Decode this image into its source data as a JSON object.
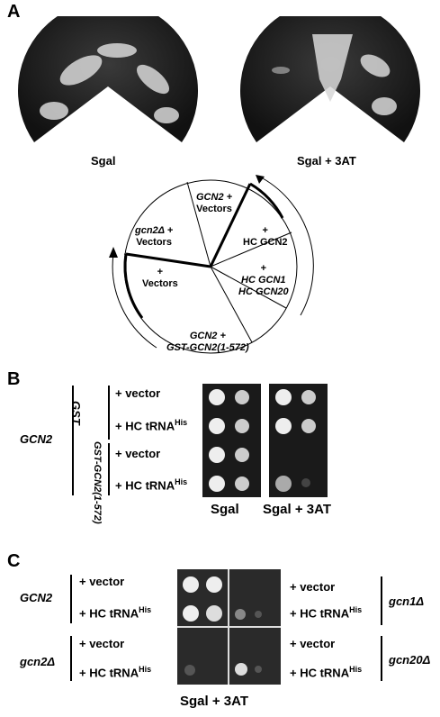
{
  "panelA": {
    "letter": "A",
    "plate1_label": "Sgal",
    "plate2_label": "Sgal + 3AT",
    "wedges": {
      "gcn2_vectors_a": "gcn2Δ +",
      "gcn2_vectors_b": "Vectors",
      "gcn2wt_vectors_a": "GCN2 +",
      "gcn2wt_vectors_b": "Vectors",
      "hc_gcn2_a": "+",
      "hc_gcn2_b": "HC GCN2",
      "vectors_a": "+",
      "vectors_b": "Vectors",
      "hc_gcn1_a": "HC GCN1",
      "hc_gcn1_b": "HC GCN20",
      "hc_gcn1_plus": "+",
      "bottom_a": "GCN2 +",
      "bottom_b": "GST-GCN2(1-572)"
    }
  },
  "panelB": {
    "letter": "B",
    "side_label": "GCN2",
    "group1": "GST",
    "group2": "GST-GCN2(1-572)",
    "row1": "+ vector",
    "row2": "+ HC tRNA",
    "row3": "+ vector",
    "row4": "+ HC tRNA",
    "sup": "His",
    "plate1_label": "Sgal",
    "plate2_label": "Sgal + 3AT"
  },
  "panelC": {
    "letter": "C",
    "left_top": "GCN2",
    "left_bottom": "gcn2Δ",
    "right_top": "gcn1Δ",
    "right_bottom": "gcn20Δ",
    "vector": "+ vector",
    "hc": "+ HC tRNA",
    "sup": "His",
    "plate_label": "Sgal + 3AT"
  }
}
